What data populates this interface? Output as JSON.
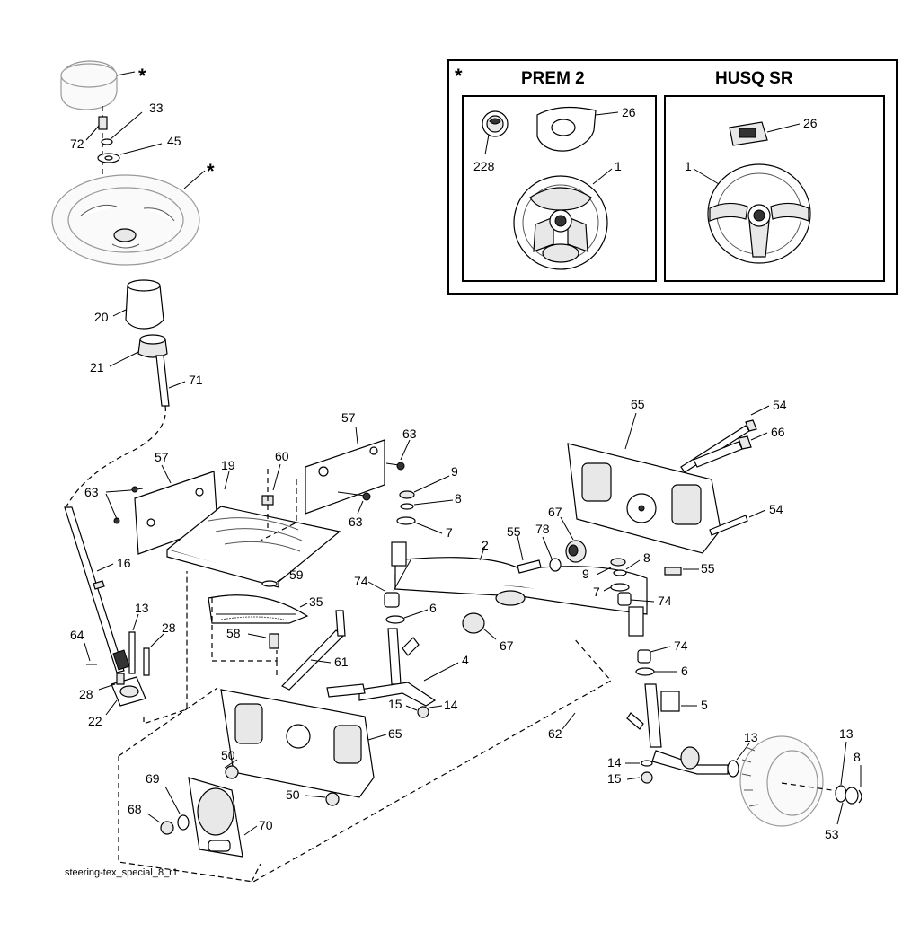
{
  "inset": {
    "star": "*",
    "header_left": "PREM 2",
    "header_right": "HUSQ SR",
    "left_callouts": [
      "26",
      "228",
      "1"
    ],
    "right_callouts": [
      "26",
      "1"
    ]
  },
  "callouts": {
    "c_star_cap": "*",
    "c_star_wheel": "*",
    "c72": "72",
    "c33": "33",
    "c45": "45",
    "c20": "20",
    "c21": "21",
    "c71": "71",
    "c57a": "57",
    "c57b": "57",
    "c63a": "63",
    "c63b": "63",
    "c63c": "63",
    "c19": "19",
    "c60": "60",
    "c16": "16",
    "c59": "59",
    "c35": "35",
    "c58": "58",
    "c13a": "13",
    "c28a": "28",
    "c28b": "28",
    "c64": "64",
    "c22": "22",
    "c61": "61",
    "c65a": "65",
    "c65b": "65",
    "c54a": "54",
    "c54b": "54",
    "c66": "66",
    "c9a": "9",
    "c8a": "8",
    "c7a": "7",
    "c2": "2",
    "c55a": "55",
    "c78": "78",
    "c67a": "67",
    "c67b": "67",
    "c74a": "74",
    "c74b": "74",
    "c74c": "74",
    "c6a": "6",
    "c6b": "6",
    "c4": "4",
    "c15a": "15",
    "c14a": "14",
    "c9b": "9",
    "c8b": "8",
    "c7b": "7",
    "c55b": "55",
    "c5": "5",
    "c62": "62",
    "c50a": "50",
    "c50b": "50",
    "c69": "69",
    "c68": "68",
    "c70": "70",
    "c14b": "14",
    "c15b": "15",
    "c13b": "13",
    "c13c": "13",
    "c8c": "8",
    "c53": "53"
  },
  "footer": {
    "drawing_id": "steering-tex_special_8_r1"
  }
}
